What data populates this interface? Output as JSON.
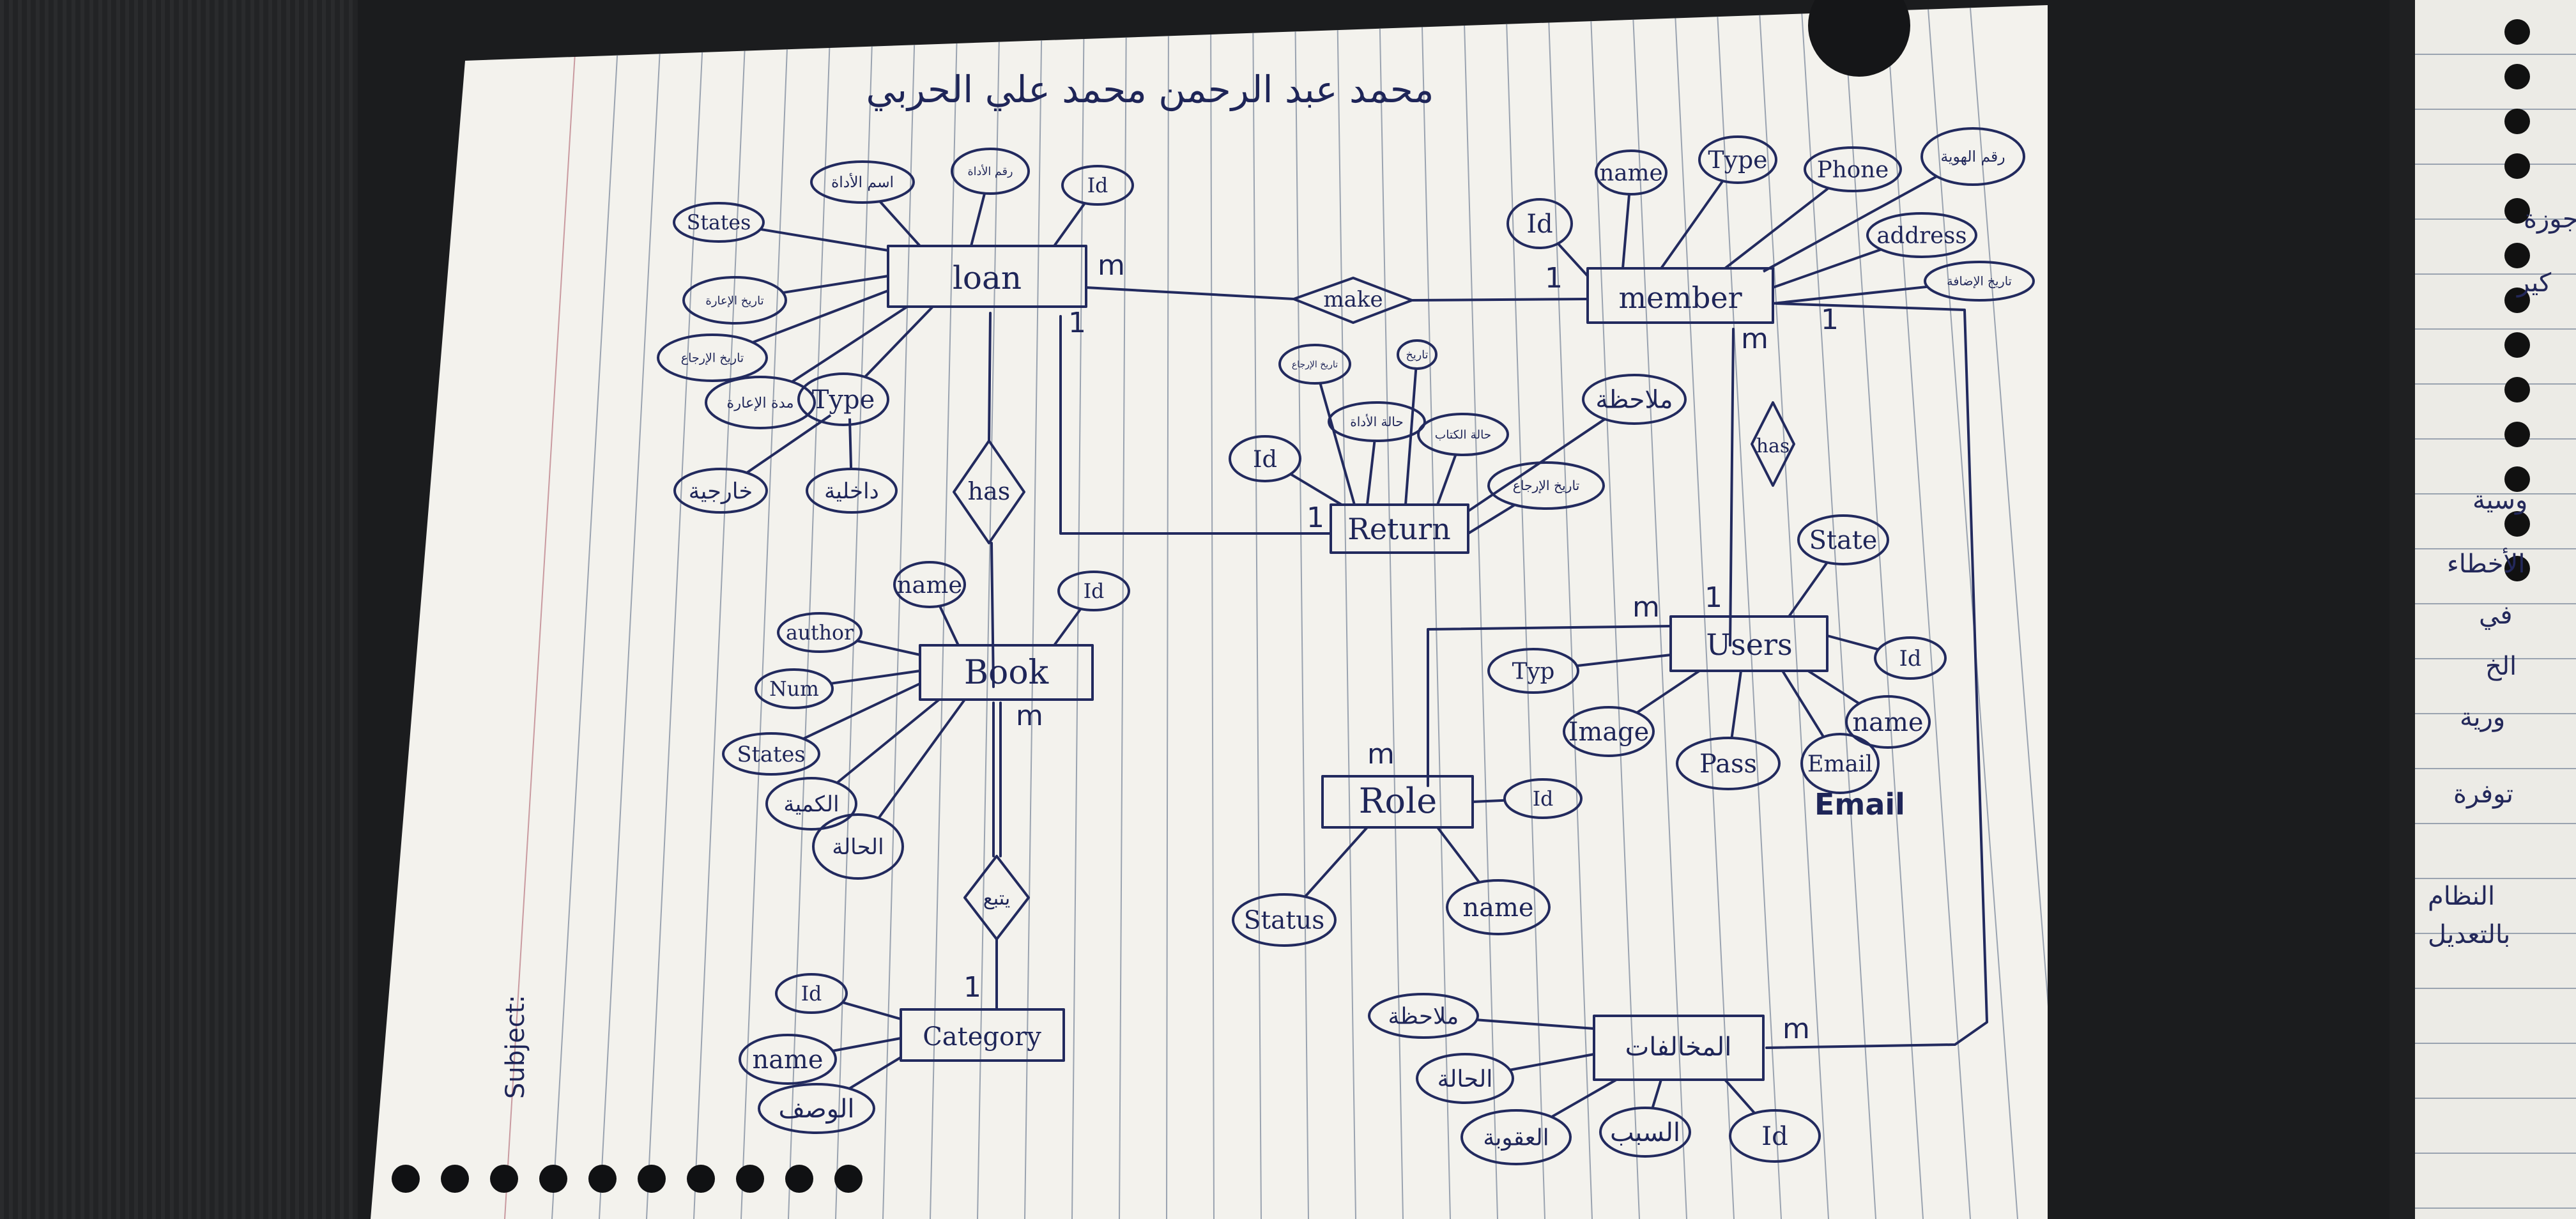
{
  "header": {
    "author": "محمد عبد الرحمن محمد علي الحربي"
  },
  "footer": {
    "subject_label": "Subject:"
  },
  "entities": {
    "loan": "loan",
    "member": "member",
    "return": "Return",
    "users": "Users",
    "book": "Book",
    "role": "Role",
    "category": "Category",
    "violations": "المخالفات"
  },
  "relationships": {
    "make": "make",
    "loan_has_book": "has",
    "member_has_users": "has",
    "book_category": "يتبع"
  },
  "attributes": {
    "loan": [
      "States",
      "اسم الأداة",
      "رقم الأداة",
      "Id",
      "تاريخ الإعارة",
      "تاريخ الإرجاع",
      "مدة الإعارة",
      "Type",
      "خارجية",
      "داخلية"
    ],
    "member": [
      "Id",
      "name",
      "Type",
      "Phone",
      "رقم الهوية",
      "address",
      "تاريخ الإضافة"
    ],
    "return": [
      "Id",
      "تاريخ الإرجاع",
      "حالة الأداة",
      "تاريخ",
      "حالة الكتاب",
      "ملاحظة",
      "تاريخ الإرجاع"
    ],
    "users": [
      "State",
      "Id",
      "name",
      "Typ",
      "Image",
      "Pass",
      "Email"
    ],
    "book": [
      "name",
      "Id",
      "author",
      "Num",
      "States",
      "الكمية",
      "الحالة"
    ],
    "role": [
      "Id",
      "Status",
      "name"
    ],
    "category": [
      "Id",
      "name",
      "الوصف"
    ],
    "violations": [
      "ملاحظة",
      "الحالة",
      "العقوبة",
      "السبب",
      "Id"
    ]
  },
  "annotations": {
    "email_note": "Email"
  },
  "cardinalities": {
    "loan_make": "m",
    "member_make": "1",
    "loan_return": "1",
    "return_member": "1",
    "member_has": "m",
    "member_right": "1",
    "users_top": "1",
    "users_left": "m",
    "role_top": "m",
    "book_has": "m",
    "category_top": "1",
    "violations_right": "m"
  },
  "side_sheet": {
    "lines": [
      "جوزة",
      "كير",
      "وسية",
      "الأخطاء",
      "في",
      "الخ",
      "ورية",
      "توفرة",
      "النظام",
      "بالتعديل"
    ]
  },
  "colors": {
    "paper": "#f3f2ed",
    "ink": "#222a5e",
    "rule_line": "#9aa3b0",
    "margin_line": "#c99aa0",
    "background": "#1b1c1e"
  }
}
